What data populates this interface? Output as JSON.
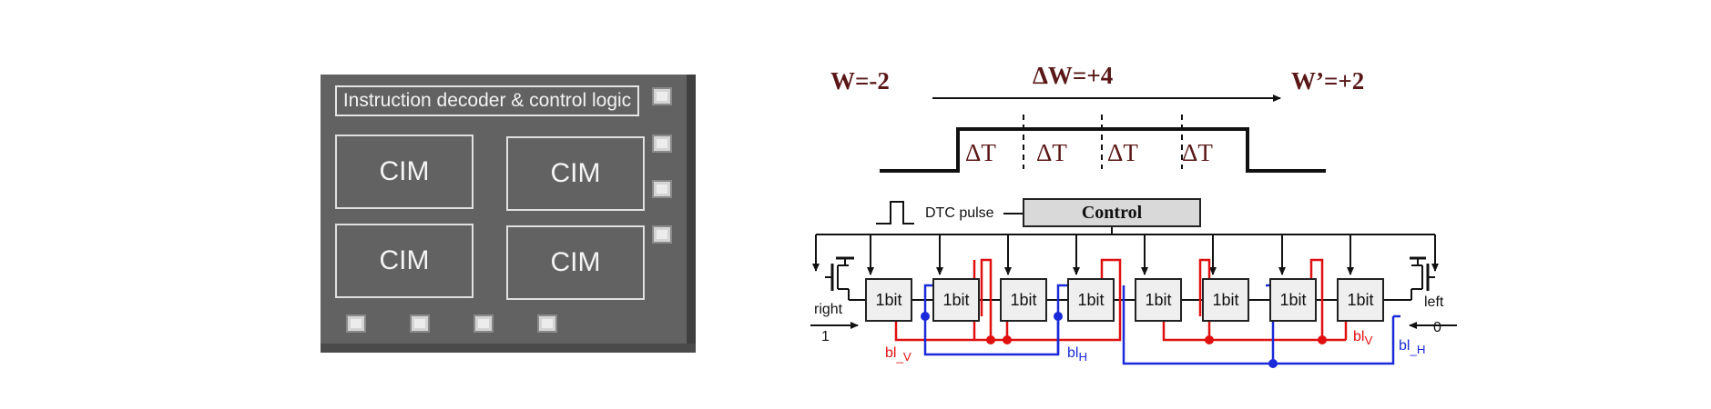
{
  "die_photo": {
    "title_box": "Instruction decoder & control logic",
    "blocks": [
      "CIM",
      "CIM",
      "CIM",
      "CIM"
    ]
  },
  "timing": {
    "w_start": "W=-2",
    "delta_w": "ΔW=+4",
    "w_end": "W’=+2",
    "pulse_segments": [
      "ΔT",
      "ΔT",
      "ΔT",
      "ΔT"
    ]
  },
  "circuit": {
    "dtc_label": "DTC pulse",
    "control_label": "Control",
    "cell_label": "1bit",
    "cells": [
      "1bit",
      "1bit",
      "1bit",
      "1bit",
      "1bit",
      "1bit",
      "1bit",
      "1bit"
    ],
    "right_label": "right",
    "right_value": "1",
    "left_label": "left",
    "left_value": "0",
    "bl_v_left": {
      "main": "bl",
      "sub": "_V"
    },
    "bl_h_left": {
      "main": "bl",
      "sub": "H"
    },
    "bl_v_right": {
      "main": "bl",
      "sub": "V"
    },
    "bl_h_right": {
      "main": "bl",
      "sub": "_H"
    },
    "colors": {
      "red_line": "#e01010",
      "blue_line": "#1a2ad8",
      "label_color": "#5a1717"
    }
  }
}
